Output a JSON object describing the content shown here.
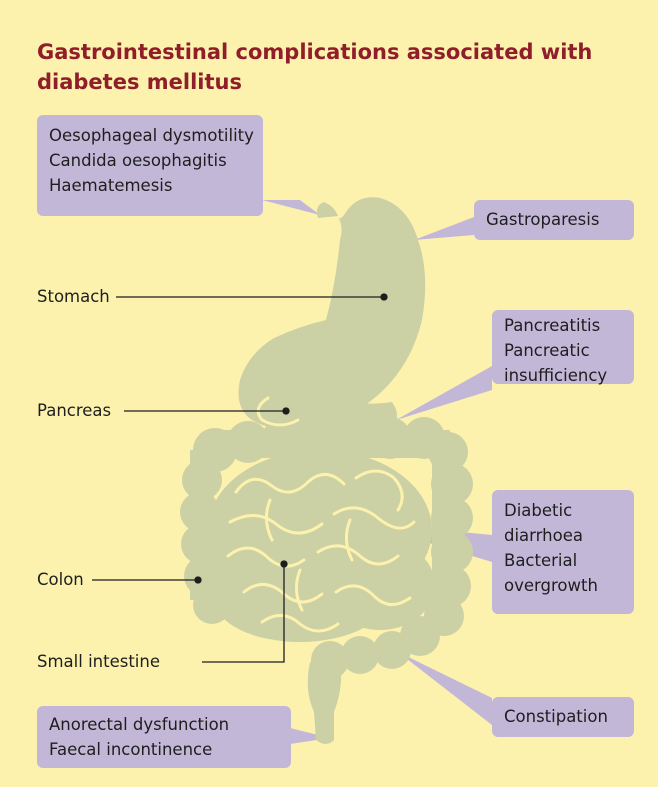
{
  "title": {
    "line1": "Gastrointestinal complications associated with",
    "line2": "diabetes mellitus"
  },
  "colors": {
    "background": "#fcf2ae",
    "title": "#8f1d2a",
    "organ": "#ccd0a5",
    "callout": "#c3b7d8"
  },
  "callouts": {
    "oesophagus": [
      "Oesophageal dysmotility",
      "Candida oesophagitis",
      "Haematemesis"
    ],
    "stomach": [
      "Gastroparesis"
    ],
    "pancreas": [
      "Pancreatitis",
      "Pancreatic",
      "insufficiency"
    ],
    "small_intestine": [
      "Diabetic",
      "diarrhoea",
      "Bacterial",
      "overgrowth"
    ],
    "rectum": [
      "Anorectal dysfunction",
      "Faecal incontinence"
    ],
    "colon": [
      "Constipation"
    ]
  },
  "organ_labels": {
    "stomach": "Stomach",
    "pancreas": "Pancreas",
    "colon": "Colon",
    "small_intestine": "Small intestine"
  }
}
